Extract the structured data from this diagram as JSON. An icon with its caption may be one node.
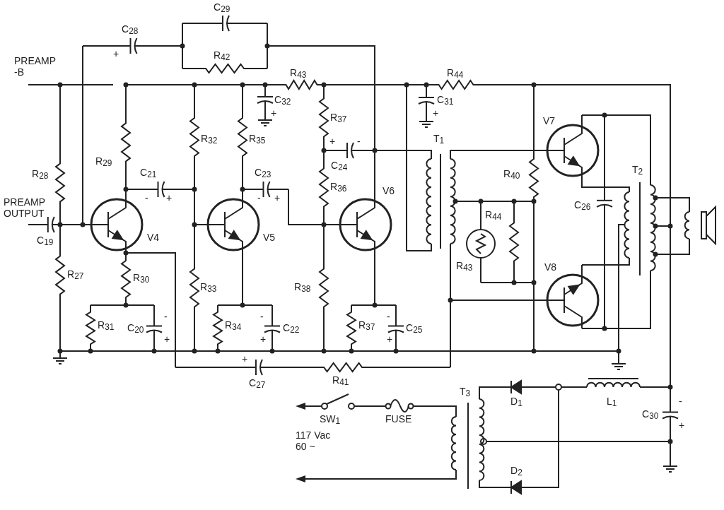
{
  "diagram": {
    "labels": [
      "C$_{29}$",
      "C$_{28}$",
      "+",
      "PREAMP -B",
      "R$_{42}$",
      "R$_{43}$",
      "R$_{44}$",
      "C$_{32}$",
      "+",
      "C$_{31}$",
      "+",
      "R$_{37}$",
      "V7",
      "+",
      "-",
      "C$_{24}$",
      "T$_{1}$",
      "R$_{29}$",
      "R$_{32}$",
      "R$_{35}$",
      "C$_{21}$",
      "C$_{23}$",
      "R$_{36}$",
      "R$_{40}$",
      "T$_{2}$",
      "R$_{28}$",
      "-",
      "+",
      "-",
      "+",
      "PREAMP OUTPUT",
      "C$_{26}$",
      "V6",
      "R$_{44}$",
      "C$_{19}$",
      "V4",
      "V5",
      "R$_{43}$",
      "R$_{27}$",
      "R$_{30}$",
      "R$_{33}$",
      "R$_{38}$",
      "V8",
      "R$_{31}$",
      "-",
      "C$_{20}$",
      "+",
      "R$_{34}$",
      "-",
      "C$_{22}$",
      "+",
      "R$_{37}$",
      "-",
      "C$_{25}$",
      "+",
      "+",
      "C$_{27}$",
      "R$_{41}$",
      "T$_{3}$",
      "D$_{1}$",
      "L$_{1}$",
      "SW$_{1}$",
      "FUSE",
      "-",
      "C$_{30}$",
      "+",
      "117 Vac 60 ~",
      "D$_{2}$"
    ]
  }
}
